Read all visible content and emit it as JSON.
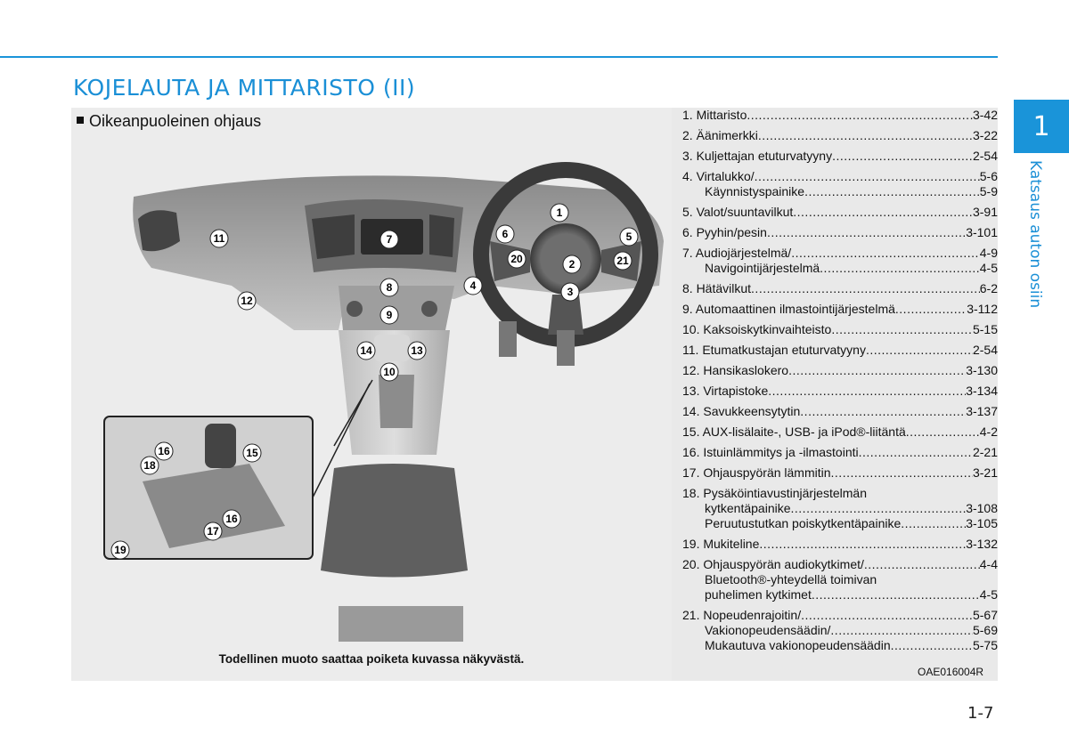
{
  "header": {
    "title": "KOJELAUTA JA MITTARISTO (II)",
    "chapter_number": "1",
    "chapter_label": "Katsaus auton osiin"
  },
  "figure": {
    "subtitle": "Oikeanpuoleinen ohjaus",
    "caption": "Todellinen muoto saattaa poiketa kuvassa näkyvästä.",
    "code": "OAE016004R",
    "callouts": [
      "1",
      "2",
      "3",
      "4",
      "5",
      "6",
      "7",
      "8",
      "9",
      "10",
      "11",
      "12",
      "13",
      "14",
      "15",
      "16",
      "17",
      "18",
      "19",
      "20",
      "21"
    ]
  },
  "legend": [
    {
      "lines": [
        {
          "text": "1. Mittaristo",
          "page": "3-42"
        }
      ]
    },
    {
      "lines": [
        {
          "text": "2. Äänimerkki",
          "page": "3-22"
        }
      ]
    },
    {
      "lines": [
        {
          "text": "3. Kuljettajan etuturvatyyny",
          "page": "2-54"
        }
      ]
    },
    {
      "lines": [
        {
          "text": "4. Virtalukko/",
          "page": "5-6"
        },
        {
          "text": "Käynnistyspainike",
          "page": "5-9"
        }
      ]
    },
    {
      "lines": [
        {
          "text": "5. Valot/suuntavilkut",
          "page": "3-91"
        }
      ]
    },
    {
      "lines": [
        {
          "text": "6. Pyyhin/pesin",
          "page": "3-101"
        }
      ]
    },
    {
      "lines": [
        {
          "text": "7. Audiojärjestelmä/",
          "page": "4-9"
        },
        {
          "text": "Navigointijärjestelmä",
          "page": "4-5"
        }
      ]
    },
    {
      "lines": [
        {
          "text": "8. Hätävilkut",
          "page": "6-2"
        }
      ]
    },
    {
      "lines": [
        {
          "text": "9. Automaattinen ilmastointijärjestelmä",
          "page": "3-112"
        }
      ]
    },
    {
      "lines": [
        {
          "text": "10. Kaksoiskytkinvaihteisto",
          "page": "5-15"
        }
      ]
    },
    {
      "lines": [
        {
          "text": "11. Etumatkustajan etuturvatyyny",
          "page": "2-54"
        }
      ]
    },
    {
      "lines": [
        {
          "text": "12. Hansikaslokero",
          "page": "3-130"
        }
      ]
    },
    {
      "lines": [
        {
          "text": "13. Virtapistoke",
          "page": "3-134"
        }
      ]
    },
    {
      "lines": [
        {
          "text": "14. Savukkeensytytin",
          "page": "3-137"
        }
      ]
    },
    {
      "lines": [
        {
          "text": "15. AUX-lisälaite-, USB- ja iPod®-liitäntä",
          "page": "4-2"
        }
      ]
    },
    {
      "lines": [
        {
          "text": "16. Istuinlämmitys ja -ilmastointi",
          "page": "2-21"
        }
      ]
    },
    {
      "lines": [
        {
          "text": "17. Ohjauspyörän lämmitin",
          "page": "3-21"
        }
      ]
    },
    {
      "lines": [
        {
          "text": "18. Pysäköintiavustinjärjestelmän",
          "page": ""
        },
        {
          "text": "kytkentäpainike",
          "page": "3-108"
        },
        {
          "text": "Peruutustutkan poiskytkentäpainike",
          "page": "3-105"
        }
      ]
    },
    {
      "lines": [
        {
          "text": "19. Mukiteline",
          "page": "3-132"
        }
      ]
    },
    {
      "lines": [
        {
          "text": "20. Ohjauspyörän audiokytkimet/",
          "page": "4-4"
        },
        {
          "text": "Bluetooth®-yhteydellä toimivan",
          "page": ""
        },
        {
          "text": "puhelimen kytkimet",
          "page": "4-5"
        }
      ]
    },
    {
      "lines": [
        {
          "text": "21. Nopeudenrajoitin/",
          "page": "5-67"
        },
        {
          "text": "Vakionopeudensäädin/",
          "page": "5-69"
        },
        {
          "text": "Mukautuva vakionopeudensäädin",
          "page": "5-75"
        }
      ]
    }
  ],
  "footer": {
    "page_number": "1-7"
  }
}
